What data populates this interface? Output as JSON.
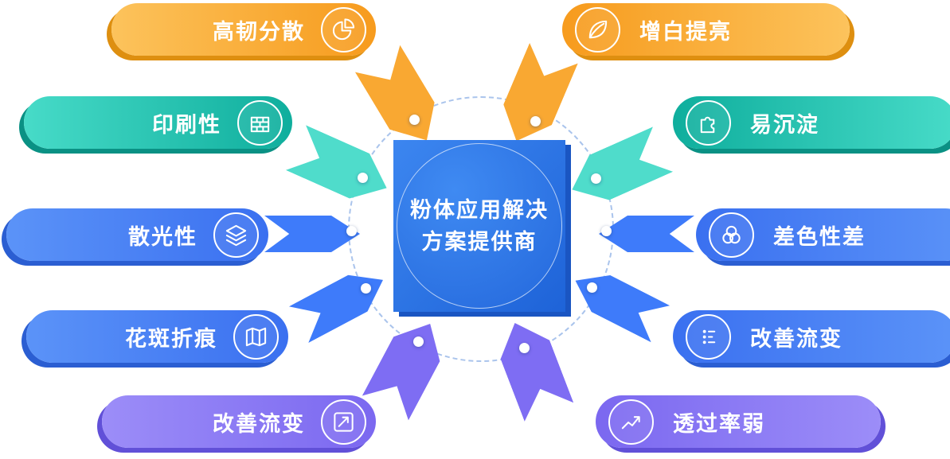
{
  "center": {
    "title_line1": "粉体应用解决",
    "title_line2": "方案提供商"
  },
  "left_items": [
    {
      "label": "高韧分散",
      "icon": "pie-chart-icon",
      "color": "#F79B1D"
    },
    {
      "label": "印刷性",
      "icon": "print-bricks-icon",
      "color": "#0FAE9D"
    },
    {
      "label": "散光性",
      "icon": "layers-icon",
      "color": "#3E7BFA"
    },
    {
      "label": "花斑折痕",
      "icon": "map-icon",
      "color": "#3E7BFA"
    },
    {
      "label": "改善流变",
      "icon": "trend-chart-icon",
      "color": "#7B68F0"
    }
  ],
  "right_items": [
    {
      "label": "增白提亮",
      "icon": "leaf-icon",
      "color": "#F79B1D"
    },
    {
      "label": "易沉淀",
      "icon": "puzzle-icon",
      "color": "#0FAE9D"
    },
    {
      "label": "差色性差",
      "icon": "color-circles-icon",
      "color": "#3E7BFA"
    },
    {
      "label": "改善流变",
      "icon": "flow-sliders-icon",
      "color": "#3E7BFA"
    },
    {
      "label": "透过率弱",
      "icon": "line-chart-icon",
      "color": "#7B68F0"
    }
  ],
  "palette": {
    "orange": "#F79B1D",
    "teal": "#0FAE9D",
    "blue": "#3E7BFA",
    "purple": "#7B68F0",
    "center_blue": "#2A6FE3",
    "ring_dash": "#AAC4EC"
  }
}
